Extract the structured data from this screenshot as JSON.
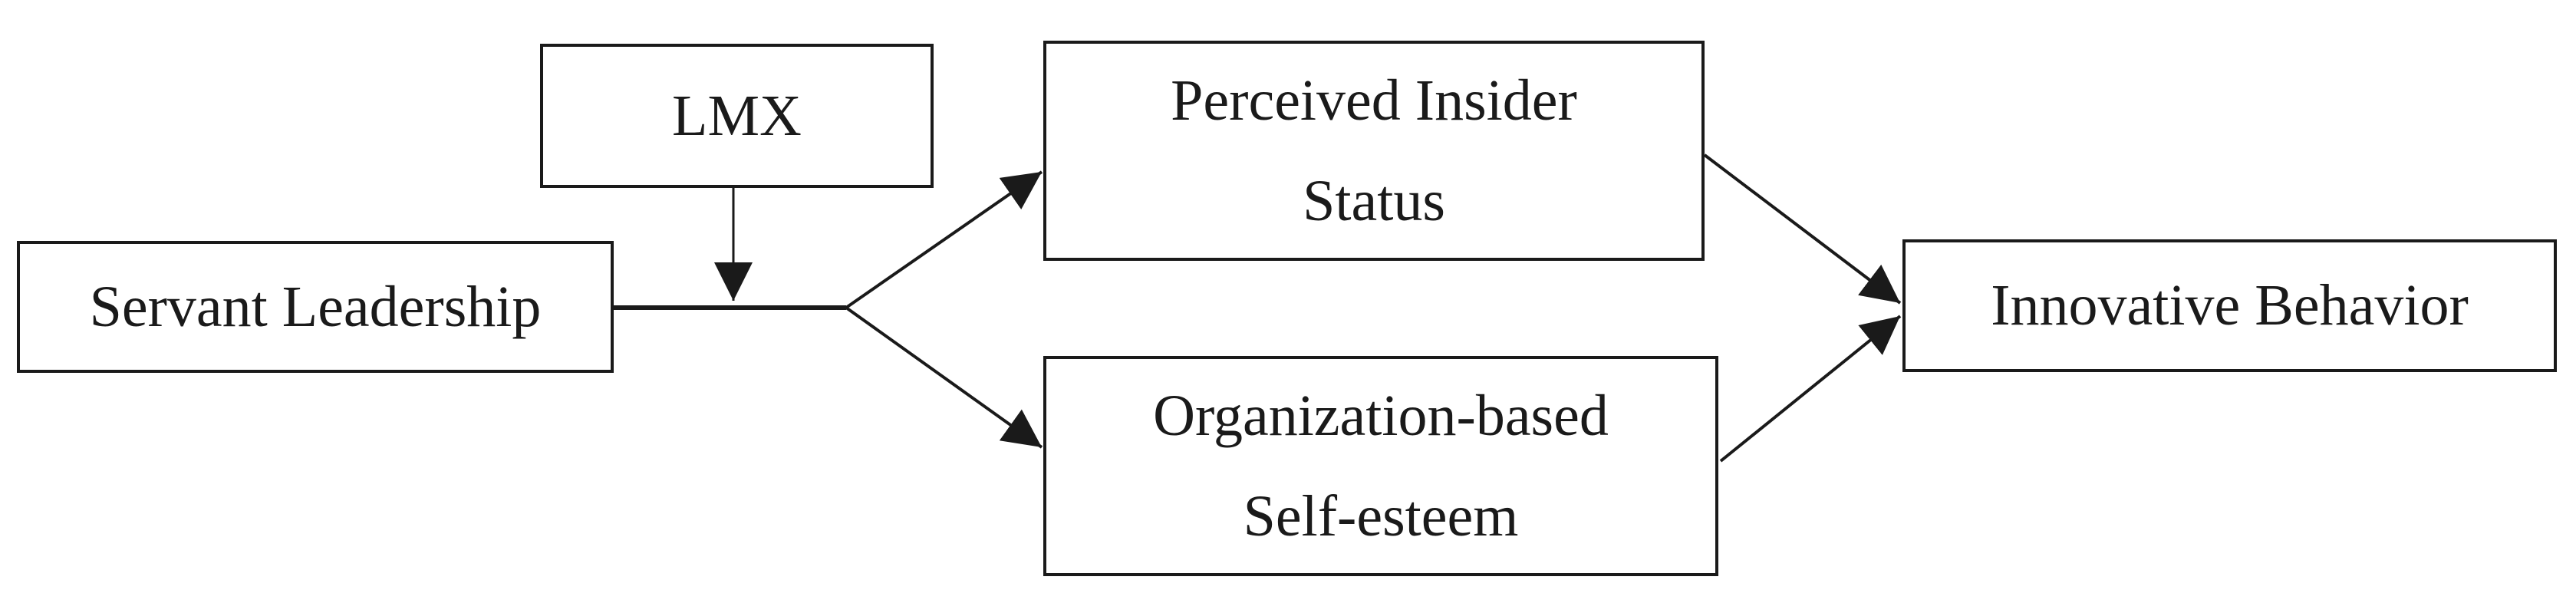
{
  "figure": {
    "type": "conceptual-model-diagram",
    "description_not_rendered": false
  },
  "colors": {
    "ink": "#1a1a1a",
    "background": "#ffffff"
  },
  "nodes": {
    "servant_leadership": {
      "label": "Servant Leadership",
      "role": "independent-variable"
    },
    "lmx": {
      "label": "LMX",
      "role": "moderator"
    },
    "perceived_insider_status": {
      "lines": [
        "Perceived Insider",
        "Status"
      ],
      "role": "mediator"
    },
    "organization_based_self_esteem": {
      "lines": [
        "Organization-based",
        "Self-esteem"
      ],
      "role": "mediator"
    },
    "innovative_behavior": {
      "label": "Innovative Behavior",
      "role": "dependent-variable"
    }
  },
  "edges": [
    {
      "from": "servant_leadership",
      "to": "perceived_insider_status",
      "type": "direct-arrow"
    },
    {
      "from": "servant_leadership",
      "to": "organization_based_self_esteem",
      "type": "direct-arrow"
    },
    {
      "from": "perceived_insider_status",
      "to": "innovative_behavior",
      "type": "direct-arrow"
    },
    {
      "from": "organization_based_self_esteem",
      "to": "innovative_behavior",
      "type": "direct-arrow"
    },
    {
      "from": "lmx",
      "to": "servant_leadership->mediators-path",
      "type": "moderation-arrow"
    }
  ]
}
